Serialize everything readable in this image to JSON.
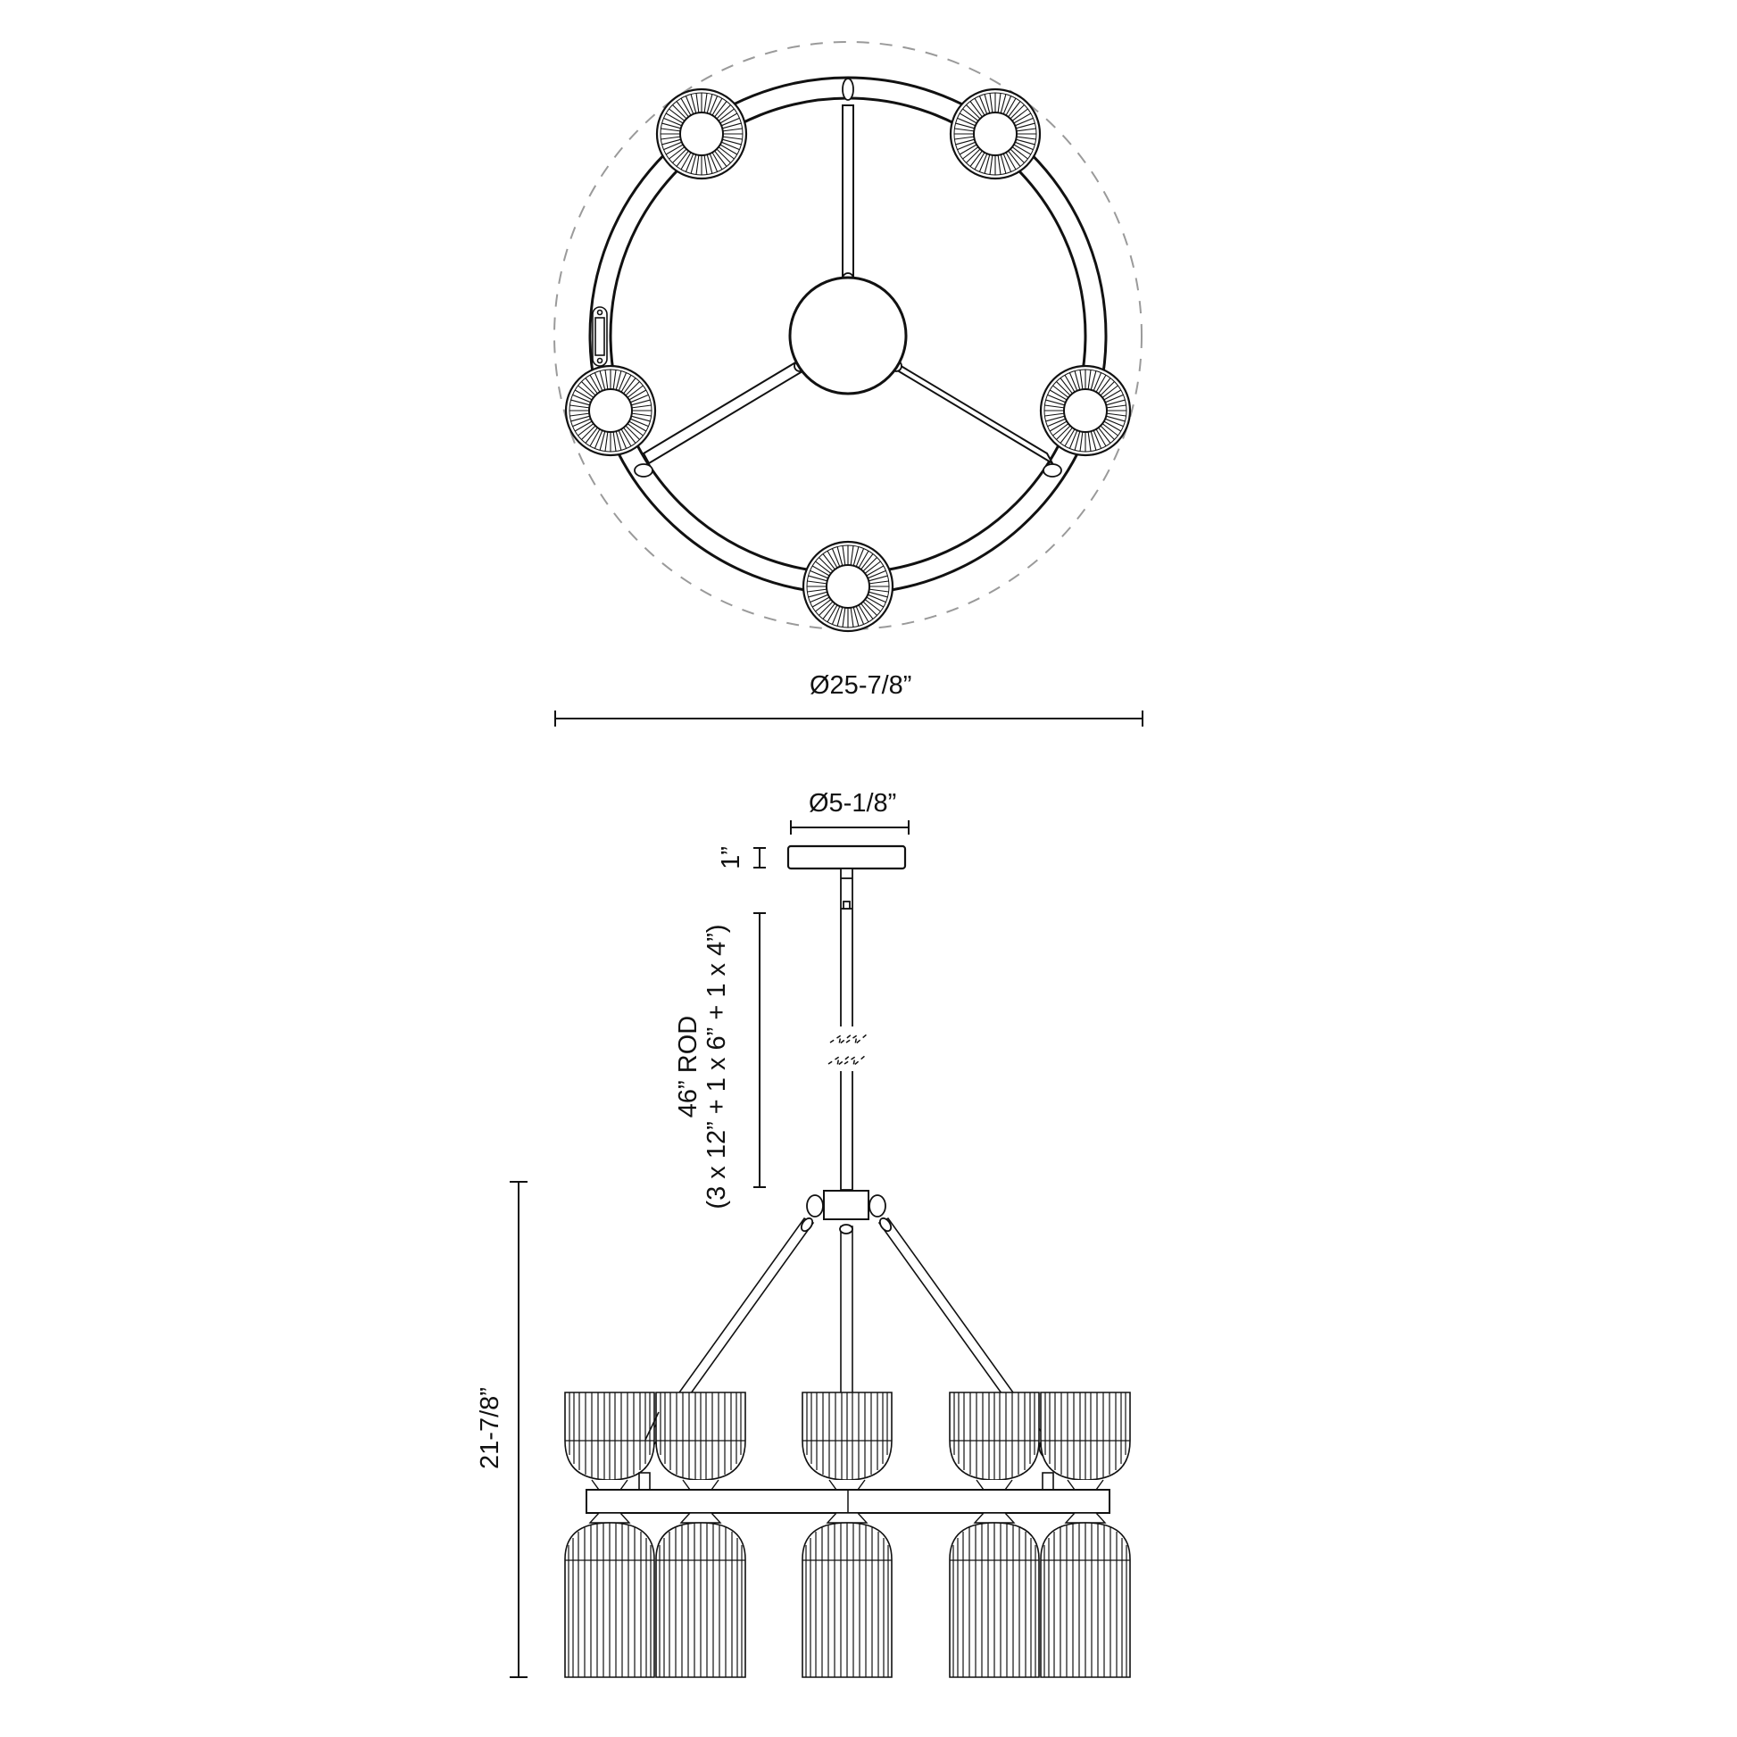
{
  "drawing": {
    "title": "Chandelier dimension drawing",
    "views": [
      "top-view",
      "side-view"
    ],
    "line_color": "#111111",
    "dashed_color": "#9a9a9a",
    "background": "#ffffff"
  },
  "top_view": {
    "overall_diameter_label": "Ø25-7/8”",
    "shade_count": 5,
    "arm_count": 3
  },
  "side_view": {
    "canopy_diameter_label": "Ø5-1/8”",
    "canopy_height_label": "1”",
    "rod_label_line1": "46” ROD",
    "rod_label_line2": "(3 x 12” + 1 x 6” + 1 x 4”)",
    "fixture_height_label": "21-7/8”",
    "upper_shade_count": 5,
    "lower_shade_count": 5
  }
}
